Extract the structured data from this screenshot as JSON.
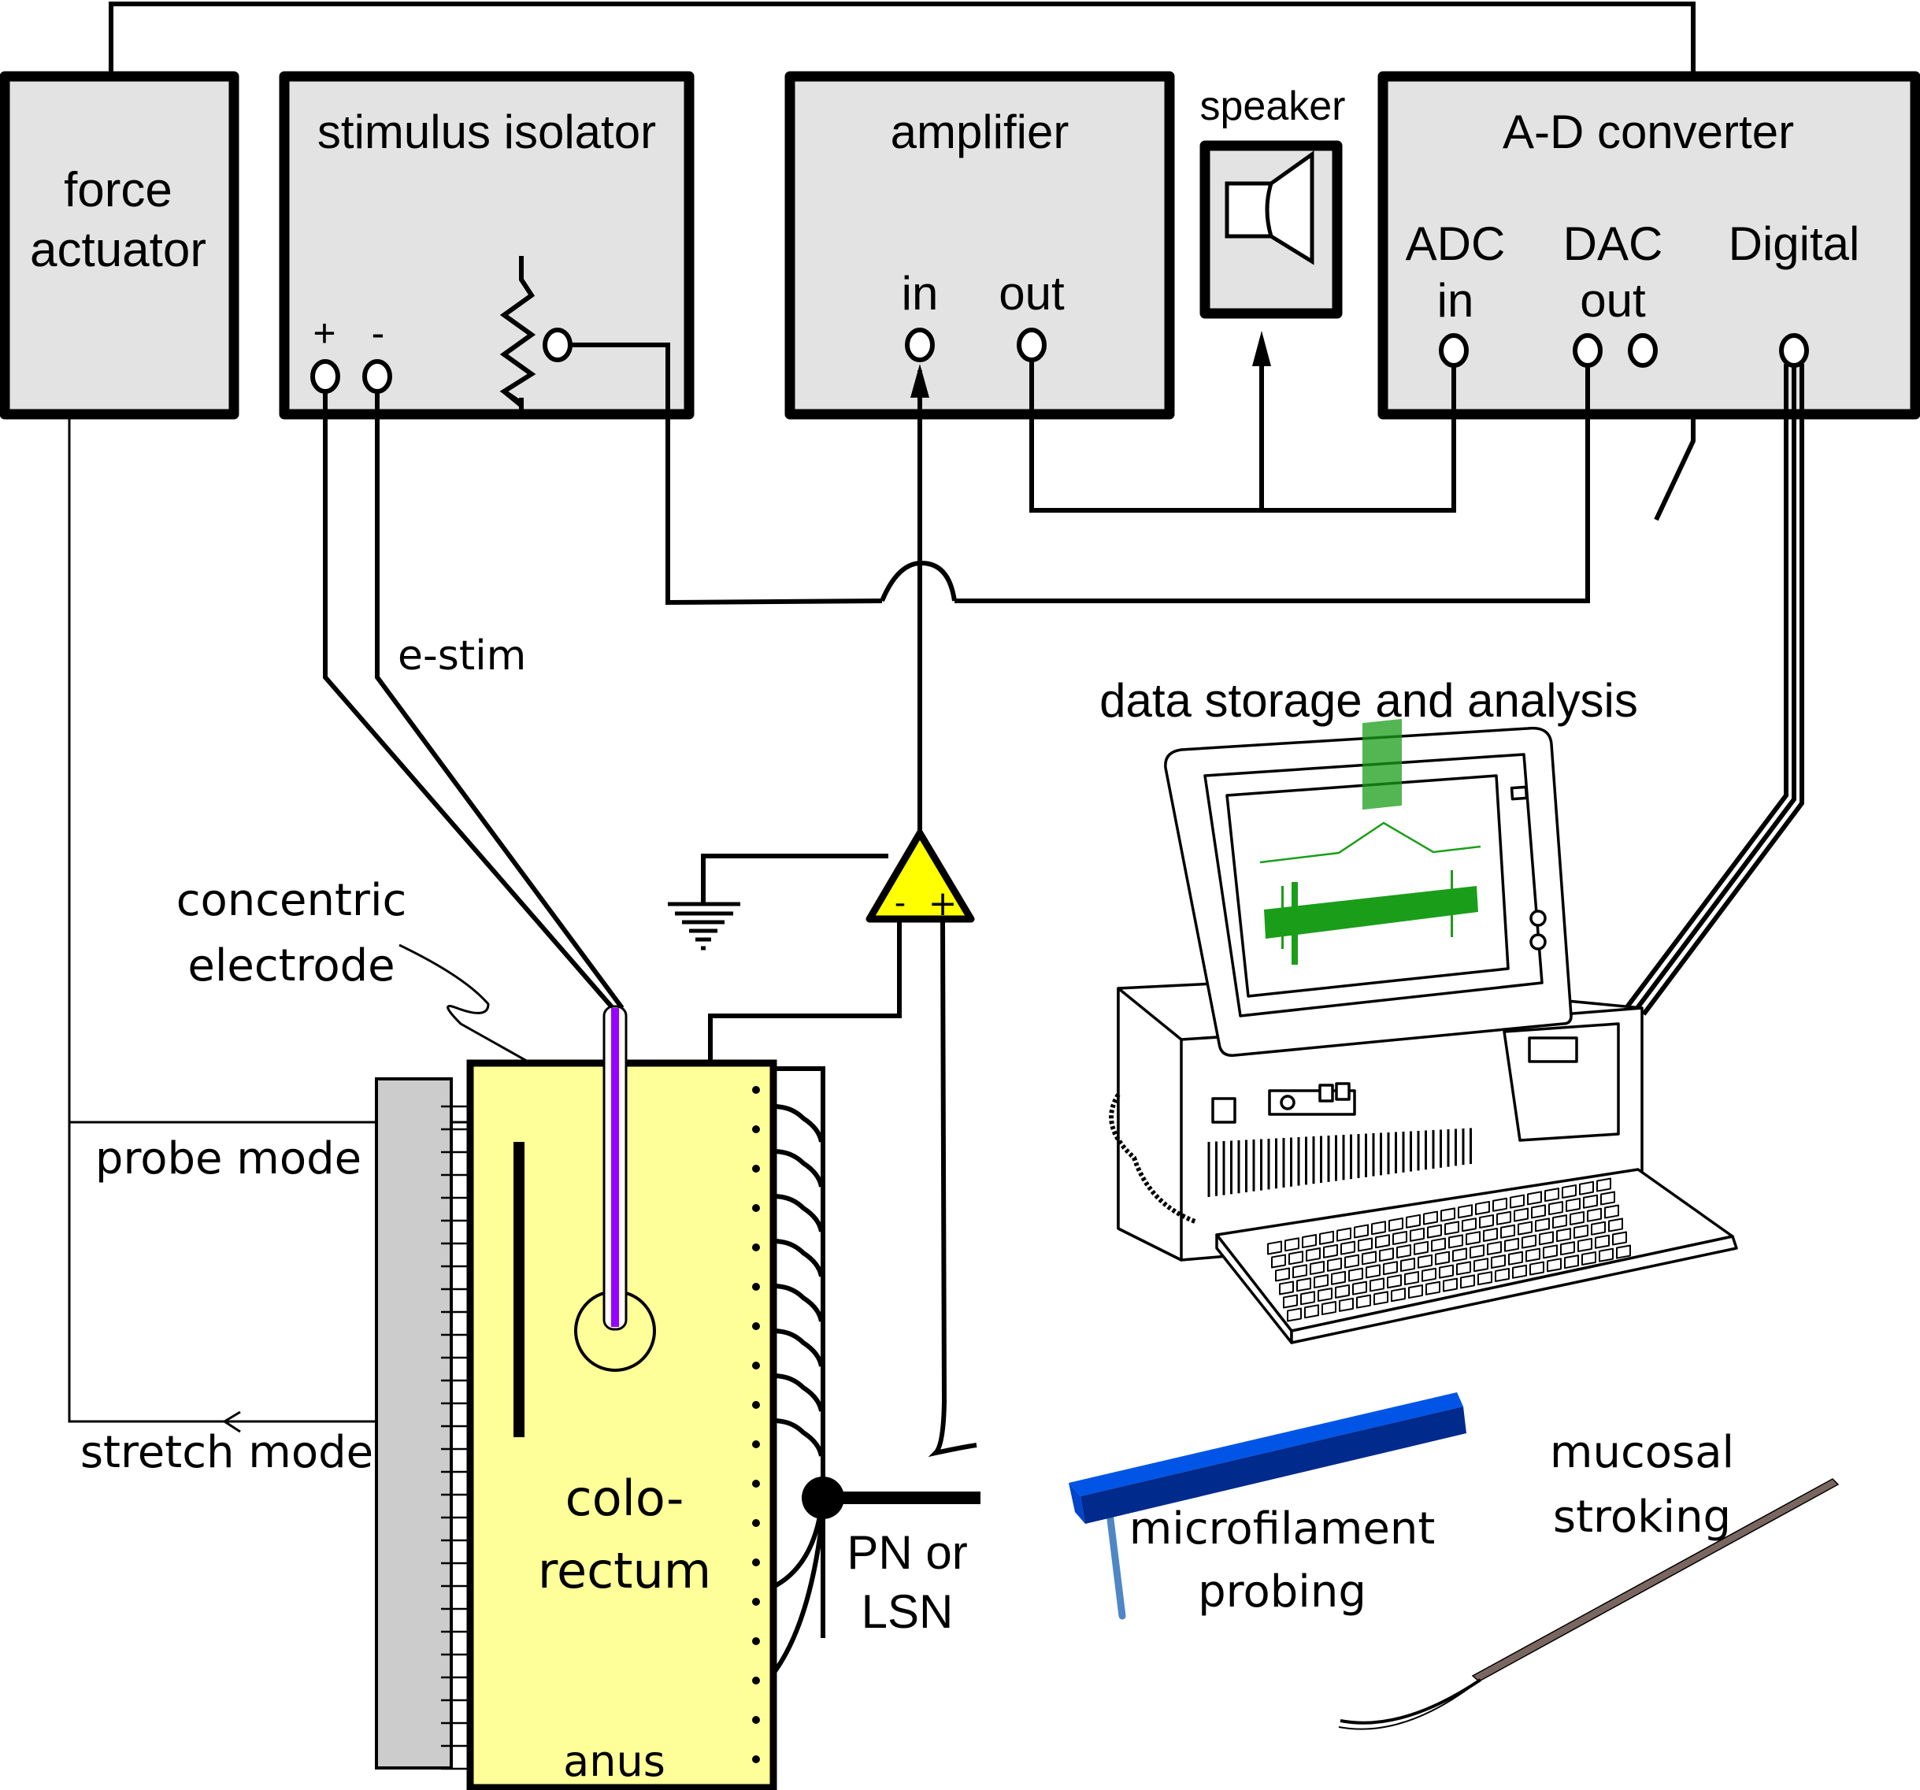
{
  "boxes": {
    "force_actuator": {
      "line1": "force",
      "line2": "actuator"
    },
    "stimulus_isolator": {
      "title": "stimulus isolator",
      "plus": "+",
      "minus": "-"
    },
    "amplifier": {
      "title": "amplifier",
      "in": "in",
      "out": "out"
    },
    "speaker": {
      "title": "speaker"
    },
    "ad_converter": {
      "title": "A-D converter",
      "adc": "ADC",
      "adc_in": "in",
      "dac": "DAC",
      "dac_out": "out",
      "digital": "Digital"
    }
  },
  "labels": {
    "e_stim": "e-stim",
    "concentric_1": "concentric",
    "concentric_2": "electrode",
    "probe_mode": "probe mode",
    "stretch_mode": "stretch mode",
    "colorectum_1": "colo-",
    "colorectum_2": "rectum",
    "anus": "anus",
    "nerve_1": "PN or",
    "nerve_2": "LSN",
    "data_storage": "data storage and analysis",
    "microfilament_1": "microfilament",
    "microfilament_2": "probing",
    "mucosal_1": "mucosal",
    "mucosal_2": "stroking",
    "preamp_minus": "-",
    "preamp_plus": "+"
  },
  "colors": {
    "box_fill": "#e3e3e3",
    "colorectum_fill": "#ffff99",
    "preamp_fill": "#ffff00",
    "electrode_core": "#9900ff",
    "trace_green": "#1a9e1a",
    "filament_blue": "#0055e6",
    "brush_brown": "#7a6459"
  }
}
